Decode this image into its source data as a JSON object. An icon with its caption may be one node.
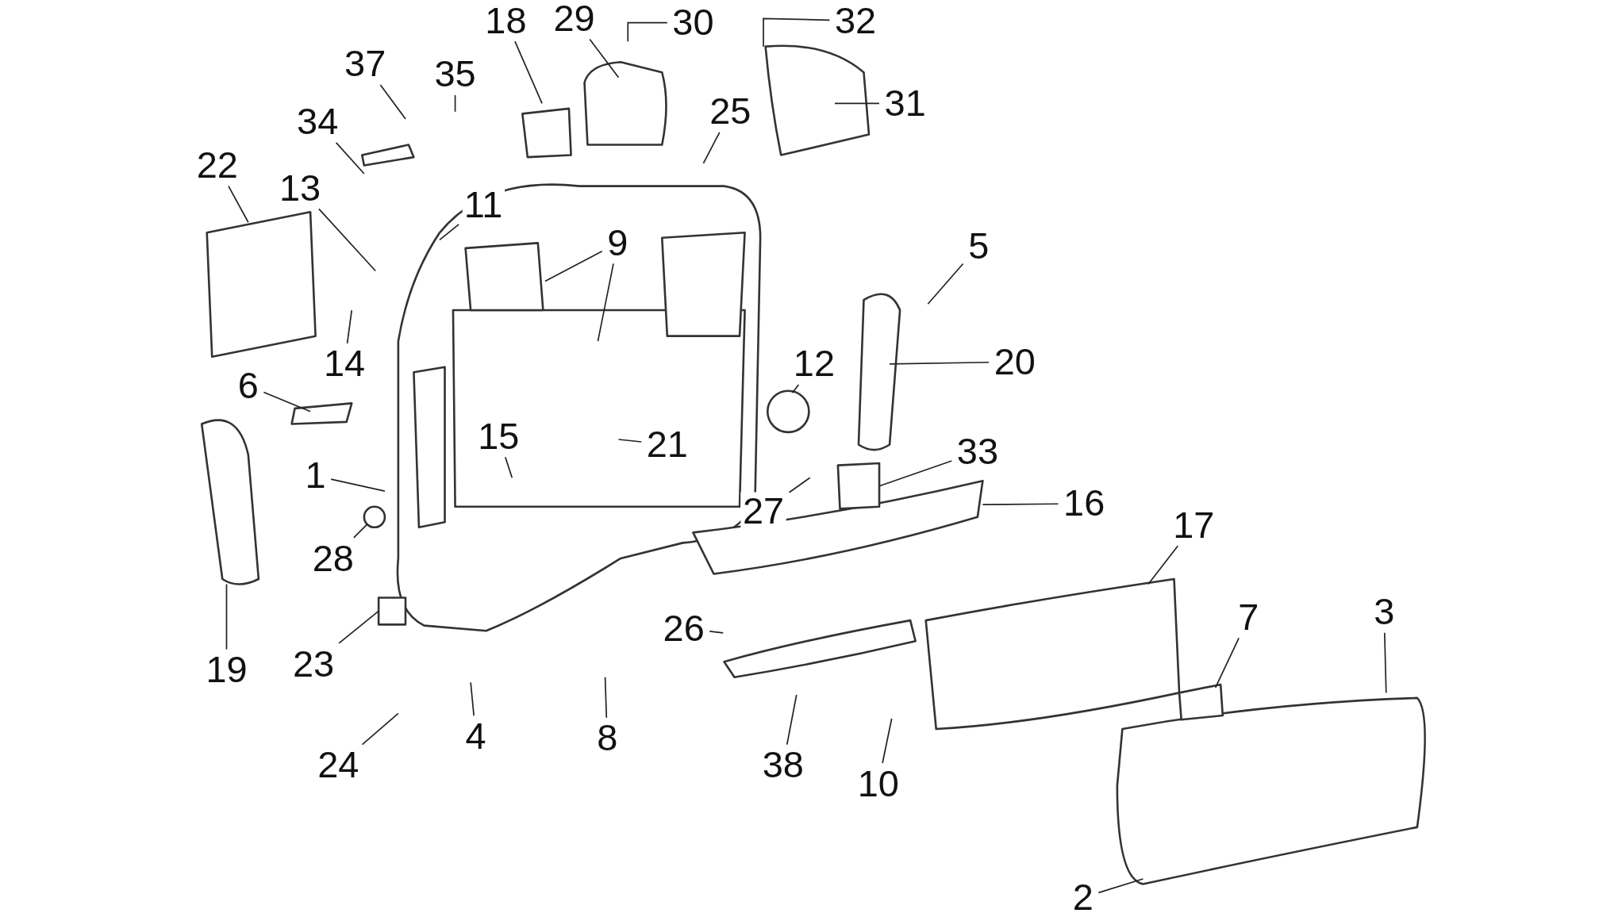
{
  "diagram": {
    "nodes": [
      {
        "text": [
          "32"
        ]
      },
      {
        "text": [
          "30"
        ]
      },
      {
        "text": [
          "29"
        ]
      },
      {
        "text": [
          "18"
        ]
      },
      {
        "text": [
          "37"
        ]
      },
      {
        "text": [
          "35"
        ]
      },
      {
        "text": [
          "31"
        ]
      },
      {
        "text": [
          "25"
        ]
      },
      {
        "text": [
          "34"
        ]
      },
      {
        "text": [
          "22"
        ]
      },
      {
        "text": [
          "13"
        ]
      },
      {
        "text": [
          "11"
        ]
      },
      {
        "text": [
          "5"
        ]
      },
      {
        "text": [
          "9"
        ]
      },
      {
        "text": [
          "14"
        ]
      },
      {
        "text": [
          "20"
        ]
      },
      {
        "text": [
          "12"
        ]
      },
      {
        "text": [
          "6"
        ]
      },
      {
        "text": [
          "15"
        ]
      },
      {
        "text": [
          "21"
        ]
      },
      {
        "text": [
          "33"
        ]
      },
      {
        "text": [
          "1"
        ]
      },
      {
        "text": [
          "16"
        ]
      },
      {
        "text": [
          "27"
        ]
      },
      {
        "text": [
          "17"
        ]
      },
      {
        "text": [
          "28"
        ]
      },
      {
        "text": [
          "3"
        ]
      },
      {
        "text": [
          "7"
        ]
      },
      {
        "text": [
          "26"
        ]
      },
      {
        "text": [
          "23"
        ]
      },
      {
        "text": [
          "19"
        ]
      },
      {
        "text": [
          "24"
        ]
      },
      {
        "text": [
          "4"
        ]
      },
      {
        "text": [
          "8"
        ]
      },
      {
        "text": [
          "38"
        ]
      },
      {
        "text": [
          "10"
        ]
      },
      {
        "text": [
          "2"
        ]
      }
    ],
    "edges": [
      {
        "from": 0,
        "to": null,
        "arrow": "none"
      },
      {
        "from": 1,
        "to": null,
        "arrow": "none"
      },
      {
        "from": 2,
        "to": null,
        "arrow": "none"
      },
      {
        "from": 3,
        "to": null,
        "arrow": "none"
      },
      {
        "from": 4,
        "to": null,
        "arrow": "none"
      },
      {
        "from": 5,
        "to": null,
        "arrow": "none"
      },
      {
        "from": 6,
        "to": null,
        "arrow": "none"
      },
      {
        "from": 7,
        "to": null,
        "arrow": "none"
      },
      {
        "from": 8,
        "to": null,
        "arrow": "none"
      },
      {
        "from": 9,
        "to": null,
        "arrow": "none"
      },
      {
        "from": 10,
        "to": null,
        "arrow": "none"
      },
      {
        "from": 11,
        "to": null,
        "arrow": "none"
      },
      {
        "from": 12,
        "to": null,
        "arrow": "none"
      },
      {
        "from": 13,
        "to": null,
        "arrow": "none"
      },
      {
        "from": 13,
        "to": null,
        "arrow": "none"
      },
      {
        "from": 14,
        "to": null,
        "arrow": "none"
      },
      {
        "from": 15,
        "to": null,
        "arrow": "none"
      },
      {
        "from": 16,
        "to": null,
        "arrow": "none"
      },
      {
        "from": 17,
        "to": null,
        "arrow": "none"
      },
      {
        "from": 18,
        "to": null,
        "arrow": "none"
      },
      {
        "from": 19,
        "to": null,
        "arrow": "none"
      },
      {
        "from": 20,
        "to": null,
        "arrow": "none"
      },
      {
        "from": 21,
        "to": null,
        "arrow": "none"
      },
      {
        "from": 22,
        "to": null,
        "arrow": "none"
      },
      {
        "from": 23,
        "to": null,
        "arrow": "none"
      },
      {
        "from": 24,
        "to": null,
        "arrow": "none"
      },
      {
        "from": 25,
        "to": null,
        "arrow": "none"
      },
      {
        "from": 26,
        "to": null,
        "arrow": "none"
      },
      {
        "from": 27,
        "to": null,
        "arrow": "none"
      },
      {
        "from": 28,
        "to": null,
        "arrow": "none"
      },
      {
        "from": 29,
        "to": null,
        "arrow": "none"
      },
      {
        "from": 30,
        "to": null,
        "arrow": "none"
      },
      {
        "from": 31,
        "to": null,
        "arrow": "none"
      },
      {
        "from": 32,
        "to": null,
        "arrow": "none"
      },
      {
        "from": 33,
        "to": null,
        "arrow": "none"
      },
      {
        "from": 34,
        "to": null,
        "arrow": "none"
      },
      {
        "from": 35,
        "to": null,
        "arrow": "none"
      },
      {
        "from": 36,
        "to": null,
        "arrow": "none"
      }
    ]
  }
}
